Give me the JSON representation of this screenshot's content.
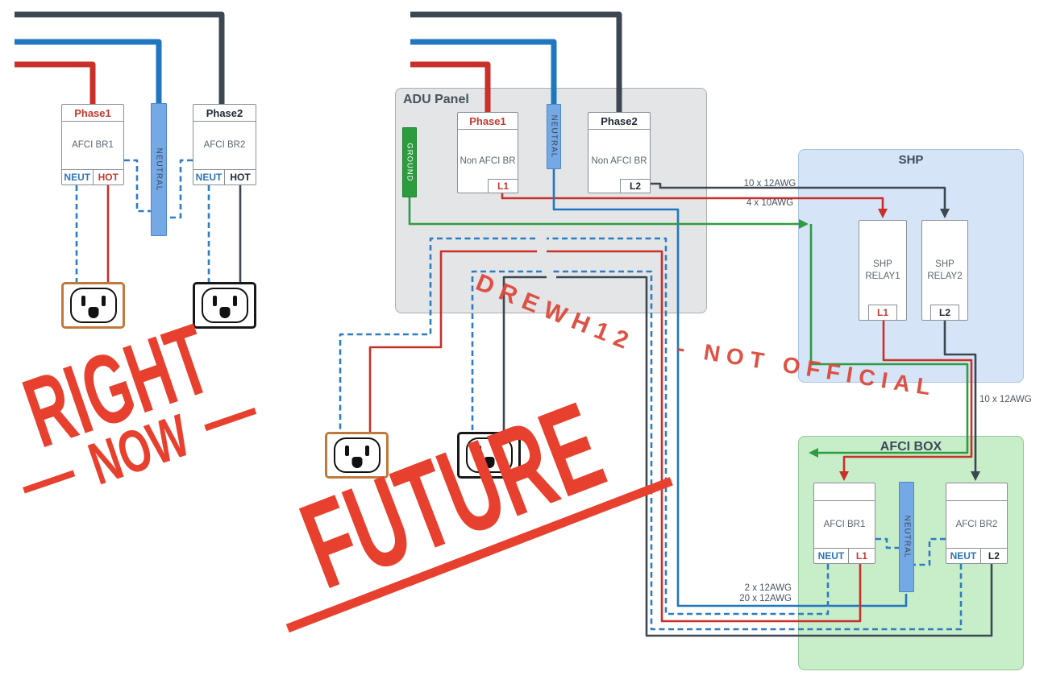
{
  "right_now": {
    "stamp": {
      "line1": "RIGHT",
      "line2": "NOW"
    },
    "breaker1": {
      "title": "Phase1",
      "body": "AFCI BR1",
      "neut": "NEUT",
      "hot": "HOT"
    },
    "breaker2": {
      "title": "Phase2",
      "body": "AFCI BR2",
      "neut": "NEUT",
      "hot": "HOT"
    },
    "neutral_bar_label": "NEUTRAL"
  },
  "future": {
    "stamp": "FUTURE",
    "adu": {
      "label": "ADU Panel",
      "ground_label": "GROUND",
      "neutral_label": "NEUTRAL",
      "breaker1": {
        "title": "Phase1",
        "body": "Non AFCI BR",
        "term": "L1"
      },
      "breaker2": {
        "title": "Phase2",
        "body": "Non AFCI BR",
        "term": "L2"
      }
    },
    "shp": {
      "label": "SHP",
      "relay1": {
        "body": "SHP RELAY1",
        "term": "L1"
      },
      "relay2": {
        "body": "SHP RELAY2",
        "term": "L2"
      }
    },
    "afci": {
      "label": "AFCI BOX",
      "neutral_label": "NEUTRAL",
      "breaker1": {
        "body": "AFCI BR1",
        "neut": "NEUT",
        "term": "L1"
      },
      "breaker2": {
        "body": "AFCI BR2",
        "neut": "NEUT",
        "term": "L2"
      }
    },
    "wire_labels": {
      "shp_black": "10 x 12AWG",
      "shp_ground": "4 x 10AWG",
      "afci_feed": "10 x 12AWG",
      "outlet_red": "2 x 12AWG",
      "outlet_multi": "20 x 12AWG"
    }
  },
  "watermark": {
    "part1": "DREWH12",
    "part2": "- NOT OFFICIAL"
  },
  "colors": {
    "hot_red": "#C9302A",
    "neutral_blue": "#2176C0",
    "phase_black": "#3D4752",
    "ground_green": "#2E9C41",
    "stamp_red": "#E8402F",
    "watermark_red": "#DC4A3C",
    "neutral_bar_fill": "#74A9E6",
    "ground_bar_fill": "#2D9C3F",
    "adu_fill": "#E3E5E7",
    "shp_fill": "#D5E4F7",
    "afci_fill": "#C8EDC9",
    "outlet_orange": "#C0793B"
  }
}
